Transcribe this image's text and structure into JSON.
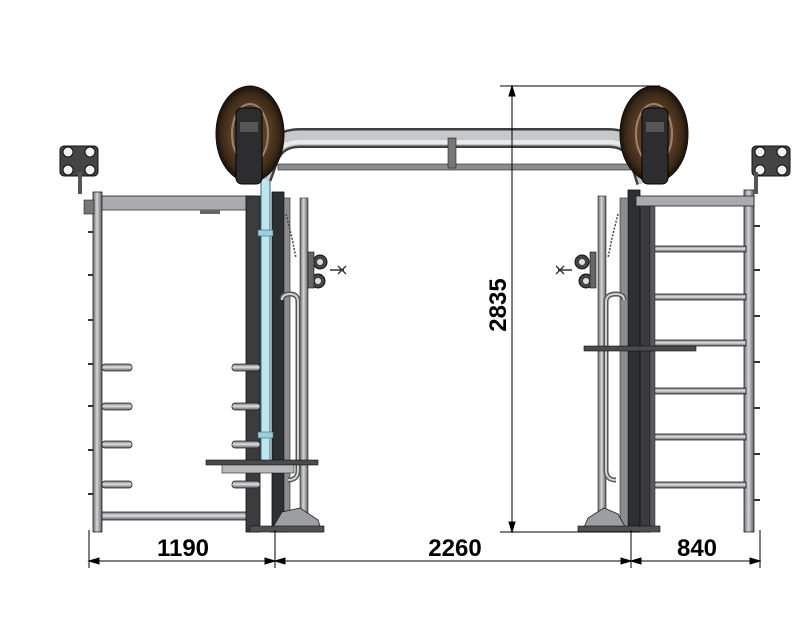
{
  "drawing": {
    "dimensions": {
      "left_width": "1190",
      "center_width": "2260",
      "right_width": "840",
      "height": "2835"
    }
  }
}
